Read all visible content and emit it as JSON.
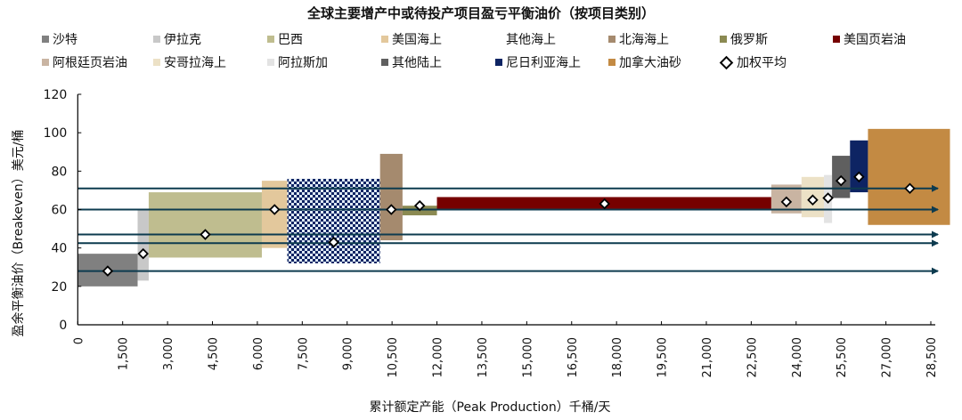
{
  "chart_data": {
    "type": "bar",
    "subtype": "supply-cost-curve",
    "title": "全球主要增产中或待投产项目盈亏平衡油价（按项目类别）",
    "xlabel": "累计额定产能（Peak Production）千桶/天",
    "ylabel": "盈余平衡油价（Breakeven）美元/桶",
    "xlim": [
      0,
      28500
    ],
    "ylim": [
      0,
      120
    ],
    "yticks": [
      "0",
      "20",
      "40",
      "60",
      "80",
      "100",
      "120"
    ],
    "xticks": [
      "0",
      "1,500",
      "3,000",
      "4,500",
      "6,000",
      "7,500",
      "9,000",
      "10,500",
      "12,000",
      "13,500",
      "15,000",
      "16,500",
      "18,000",
      "19,500",
      "21,000",
      "22,500",
      "24,000",
      "25,500",
      "27,000",
      "28,500"
    ],
    "series": [
      {
        "name": "沙特",
        "color": "#808080",
        "x0": 0,
        "x1": 2000,
        "low": 20,
        "high": 37,
        "avg": 28
      },
      {
        "name": "伊拉克",
        "color": "#c8c8c8",
        "x0": 2000,
        "x1": 2370,
        "low": 23,
        "high": 60,
        "avg": 37
      },
      {
        "name": "巴西",
        "color": "#bfbd8f",
        "x0": 2370,
        "x1": 6150,
        "low": 35,
        "high": 69,
        "avg": 47
      },
      {
        "name": "美国海上",
        "color": "#e3c89c",
        "x0": 6150,
        "x1": 7000,
        "low": 40,
        "high": 75,
        "avg": 60
      },
      {
        "name": "其他海上",
        "color": "pattern",
        "x0": 7000,
        "x1": 10100,
        "low": 32,
        "high": 76,
        "avg": 43
      },
      {
        "name": "北海海上",
        "color": "#a58a6e",
        "x0": 10100,
        "x1": 10850,
        "low": 44,
        "high": 89,
        "avg": 60
      },
      {
        "name": "俄罗斯",
        "color": "#8b8a52",
        "x0": 10850,
        "x1": 12000,
        "low": 57,
        "high": 62,
        "avg": 62
      },
      {
        "name": "美国页岩油",
        "color": "#760000",
        "x0": 12000,
        "x1": 23170,
        "low": 60,
        "high": 66.5,
        "avg": 63
      },
      {
        "name": "阿根廷页岩油",
        "color": "#c9b4a2",
        "x0": 23170,
        "x1": 24180,
        "low": 58,
        "high": 73,
        "avg": 64
      },
      {
        "name": "安哥拉海上",
        "color": "#ece1c6",
        "x0": 24180,
        "x1": 24930,
        "low": 56,
        "high": 77,
        "avg": 65
      },
      {
        "name": "阿拉斯加",
        "color": "#e3e3e3",
        "x0": 24930,
        "x1": 25200,
        "low": 53,
        "high": 78,
        "avg": 66
      },
      {
        "name": "其他陆上",
        "color": "#5f5f5f",
        "x0": 25200,
        "x1": 25800,
        "low": 66,
        "high": 88,
        "avg": 75
      },
      {
        "name": "尼日利亚海上",
        "color": "#0e2463",
        "x0": 25800,
        "x1": 26400,
        "low": 69,
        "high": 96,
        "avg": 77
      },
      {
        "name": "加拿大油砂",
        "color": "#c38a43",
        "x0": 26400,
        "x1": 29140,
        "low": 52,
        "high": 102,
        "avg": 71
      }
    ],
    "avg_legend": "加权平均",
    "reference_lines": [
      71,
      60,
      47,
      42.5,
      28
    ],
    "line_color": "#0d3b4f"
  }
}
